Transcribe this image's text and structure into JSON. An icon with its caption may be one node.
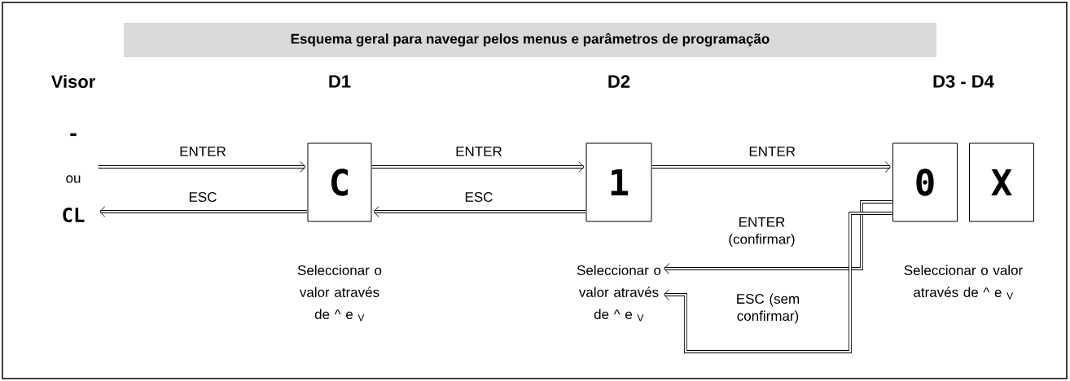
{
  "diagram": {
    "title": "Esquema geral para navegar pelos menus e parâmetros de programação",
    "nodes": [
      {
        "text": [
          "Visor",
          "-",
          "ou",
          "CL"
        ]
      },
      {
        "text": [
          "D1",
          "C"
        ],
        "beside": [
          "Seleccionar o valor através de ^ e $_{V}$"
        ]
      },
      {
        "text": [
          "D2",
          "1"
        ],
        "beside": [
          "Seleccionar o valor através de ^ e $_{V}$"
        ]
      },
      {
        "text": [
          "0"
        ],
        "beside": [
          "Seleccionar o valor através de ^ e $_{V}$"
        ]
      },
      {
        "text": [
          "X"
        ]
      }
    ],
    "edges": [
      {
        "from": 0,
        "to": 1,
        "arrow": "to",
        "label": "ENTER"
      },
      {
        "from": 1,
        "to": 0,
        "arrow": "to",
        "label": "ESC"
      },
      {
        "from": 1,
        "to": 2,
        "arrow": "to",
        "label": "ENTER"
      },
      {
        "from": 2,
        "to": 1,
        "arrow": "to",
        "label": "ESC"
      },
      {
        "from": 2,
        "to": 3,
        "arrow": "to",
        "label": "ENTER"
      },
      {
        "from": 3,
        "to": 2,
        "arrow": "to",
        "label": "ENTER (confirmar)"
      },
      {
        "from": 3,
        "to": 2,
        "arrow": "to",
        "label": "ESC (sem confirmar)"
      }
    ],
    "labels": [
      "D3 - D4"
    ]
  }
}
